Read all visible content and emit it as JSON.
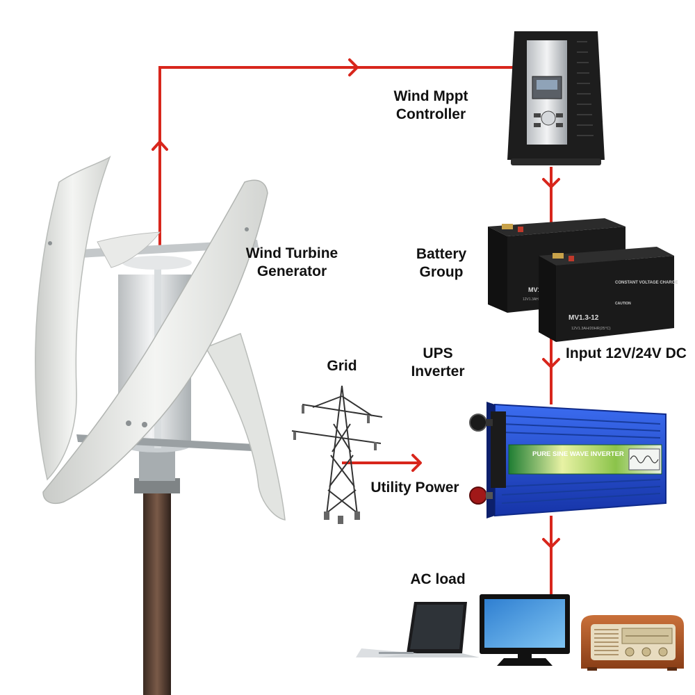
{
  "labels": {
    "turbine": [
      "Wind Turbine",
      "Generator"
    ],
    "controller": [
      "Wind Mppt",
      "Controller"
    ],
    "battery": [
      "Battery",
      "Group"
    ],
    "ups": [
      "UPS",
      "Inverter"
    ],
    "grid": "Grid",
    "input": "Input 12V/24V DC",
    "utility": "Utility Power",
    "acload": "AC load"
  },
  "device_text": {
    "inverter_banner": "PURE SINE WAVE INVERTER",
    "battery_front": "MV1.3-12",
    "battery_front_spec": "12V1.3AH/20HR(25°C)",
    "battery_back": "MV1",
    "battery_back_spec": "12V1.3AH",
    "battery_warning": "CONSTANT VOLTAGE CHARGE",
    "battery_caution": "CAUTION"
  },
  "colors": {
    "wire": "#d8261c",
    "inverter": "#1f4fd6",
    "controller": "#1d1d1d",
    "battery": "#1a1a1a",
    "blade": "#ecedeb"
  },
  "icons": [
    "wind-turbine-icon",
    "mppt-controller-icon",
    "battery-icon",
    "inverter-icon",
    "power-tower-icon",
    "laptop-icon",
    "monitor-icon",
    "radio-icon"
  ]
}
